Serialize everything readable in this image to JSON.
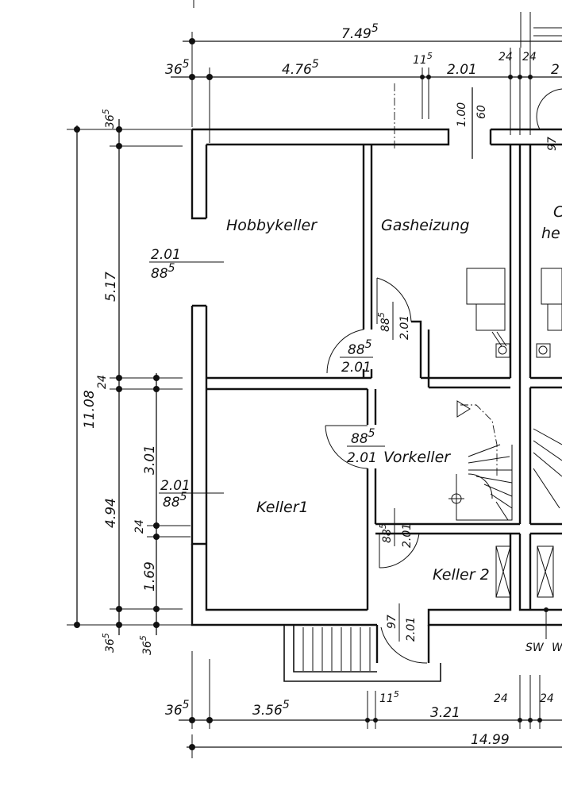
{
  "rooms": {
    "hobbykeller": "Hobbykeller",
    "gasheizung": "Gasheizung",
    "vorkeller": "Vorkeller",
    "keller1": "Keller1",
    "keller2": "Keller 2",
    "right_fragment_1": "C",
    "right_fragment_2": "he"
  },
  "dimensions": {
    "top_total": "7.49",
    "top_total_sup": "5",
    "top_wall_left": "36",
    "top_wall_left_sup": "5",
    "top_room_width": "4.76",
    "top_room_width_sup": "5",
    "top_partition": "11",
    "top_partition_sup": "5",
    "top_room2_width": "2.01",
    "top_wall_24a": "24",
    "top_wall_24b": "24",
    "top_right_fragment": "2",
    "window_top_a": "1.00",
    "window_top_b": "60",
    "left_total": "11.08",
    "left_wall_top": "36",
    "left_wall_top_sup": "5",
    "left_room1": "5.17",
    "left_wall_24": "24",
    "left_room2": "4.94",
    "left_sub_301": "3.01",
    "left_sub_24": "24",
    "left_sub_169": "1.69",
    "left_bottom_a": "36",
    "left_bottom_a_sup": "5",
    "left_bottom_b": "36",
    "left_bottom_b_sup": "5",
    "window_hobby_a": "2.01",
    "window_hobby_b": "88",
    "window_hobby_b_sup": "5",
    "window_keller1_a": "2.01",
    "window_keller1_b": "88",
    "window_keller1_b_sup": "5",
    "door_hobby_a": "88",
    "door_hobby_a_sup": "5",
    "door_hobby_b": "2.01",
    "door_gas_a": "88",
    "door_gas_a_sup": "5",
    "door_gas_b": "2.01",
    "door_keller1_a": "88",
    "door_keller1_a_sup": "5",
    "door_keller1_b": "2.01",
    "door_keller2_a": "88",
    "door_keller2_a_sup": "5",
    "door_keller2_b": "2.01",
    "door_outer_a": "97",
    "door_outer_b": "2.01",
    "door_right_a": "97",
    "bottom_wall_left": "36",
    "bottom_wall_left_sup": "5",
    "bottom_room_width": "3.56",
    "bottom_room_width_sup": "5",
    "bottom_partition": "11",
    "bottom_partition_sup": "5",
    "bottom_room2_width": "3.21",
    "bottom_wall_24a": "24",
    "bottom_wall_24b": "24",
    "bottom_total": "14.99",
    "sw_label": "SW",
    "w_fragment": "W"
  }
}
